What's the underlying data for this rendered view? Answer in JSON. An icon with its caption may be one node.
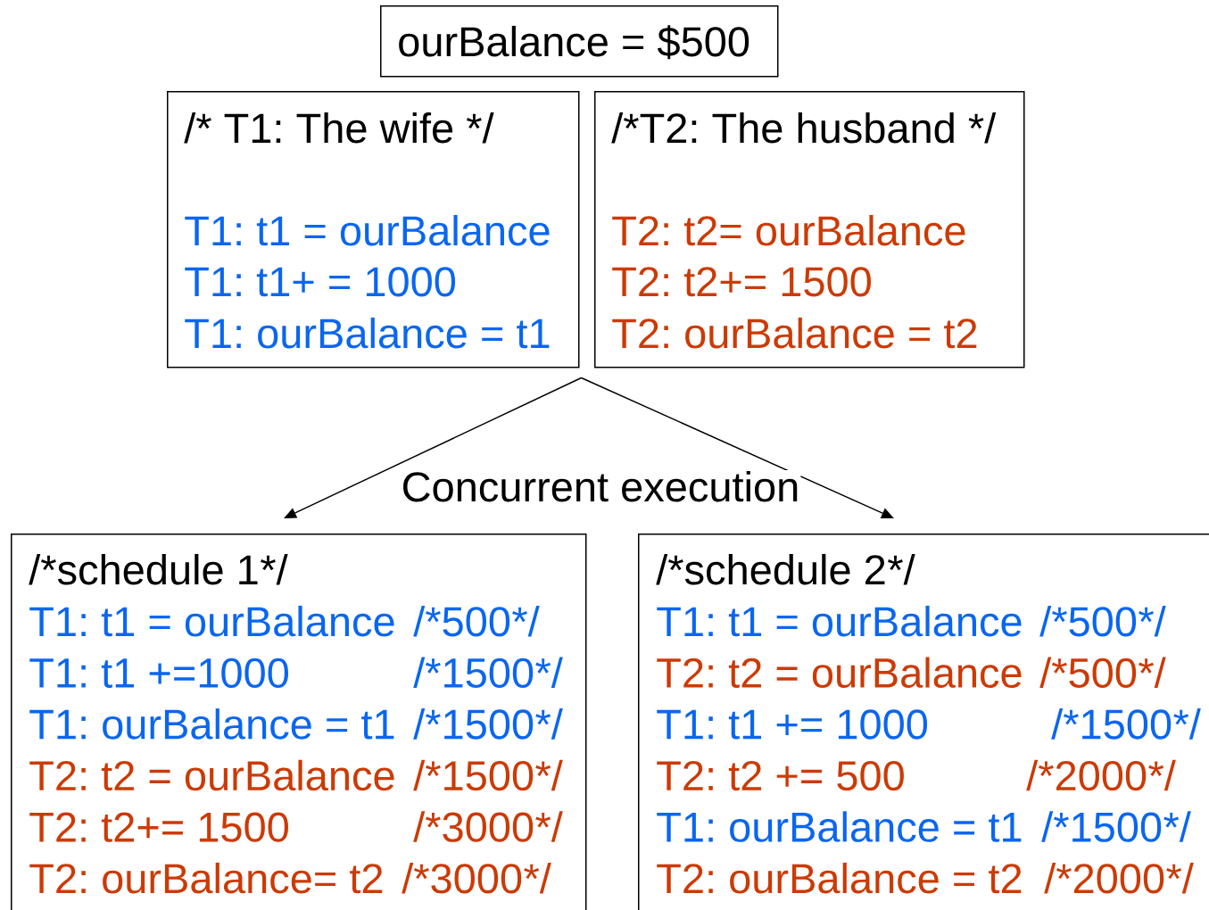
{
  "diagram": {
    "nodes": [
      {
        "text": [
          "ourBalance = $500"
        ]
      },
      {
        "text": [
          "/* T1: The wife */",
          "T1: t1 = ourBalance",
          "T1: t1+ = 1000",
          "T1: ourBalance = t1"
        ]
      },
      {
        "text": [
          "/*T2: The husband */",
          "T2: t2= ourBalance",
          "T2: t2+= 1500",
          "T2: ourBalance = t2"
        ]
      },
      {
        "text": [
          "/*schedule 1",
          "*/",
          "T1: t1 = ourBalance",
          "/*500",
          "*/",
          "T1: t1 +=1000",
          "/*1500",
          "*/",
          "T1: ourBalance = t1",
          "/*1500",
          "*/",
          "T2: t2 = ourBalance",
          "/*1500",
          "*/",
          "T2: t2+= 1500",
          "/*3000",
          "*/",
          "T2: ourBalance= t2",
          "/*3000",
          "*/"
        ]
      },
      {
        "text": [
          "/*schedule 2",
          "*/",
          "T1: t1 = ourBalance",
          "/*500",
          "*/",
          "T2: t2 = ourBalance",
          "/*500",
          "*/",
          "T1: t1 += 1000",
          "/*1500",
          "*/",
          "T2: t2 += 500",
          "/*2000",
          "*/",
          "T1: ourBalance = t1",
          "/*1500",
          "*/",
          "T2: ourBalance = t2",
          "/*2000",
          "*/"
        ]
      }
    ],
    "edges": [
      {
        "from": 1,
        "to": 3,
        "arrow": "to"
      },
      {
        "from": 1,
        "to": 4,
        "arrow": "to"
      }
    ],
    "labels": [
      "Concurrent execution"
    ]
  }
}
